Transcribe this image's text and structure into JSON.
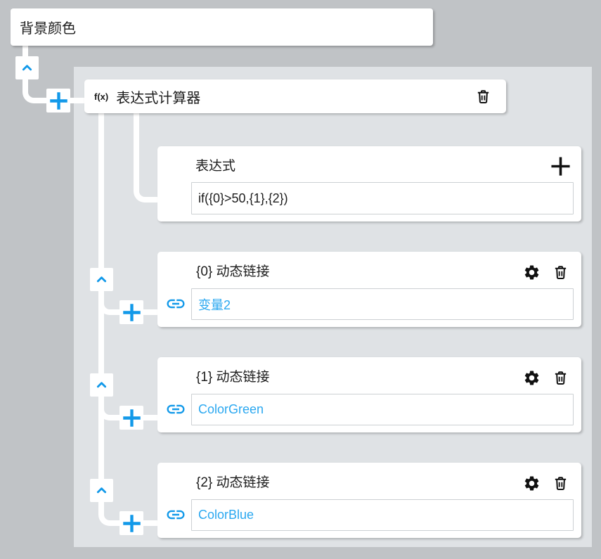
{
  "colors": {
    "background": "#c0c3c6",
    "panel": "#dfe2e5",
    "accent_blue": "#1299e9",
    "link_value_blue": "#2ba8f0",
    "text_dark": "#1c1c1c"
  },
  "root_node": {
    "title": "背景颜色"
  },
  "calculator": {
    "fx_badge": "f(x)",
    "title": "表达式计算器",
    "expression": {
      "label": "表达式",
      "value": "if({0}>50,{1},{2})"
    },
    "links": [
      {
        "label": "{0} 动态链接",
        "value": "变量2"
      },
      {
        "label": "{1} 动态链接",
        "value": "ColorGreen"
      },
      {
        "label": "{2} 动态链接",
        "value": "ColorBlue"
      }
    ]
  },
  "icons": {
    "collapse": "chevron-up",
    "add": "plus",
    "link": "chain-link",
    "settings": "gear",
    "delete": "trash-can"
  }
}
